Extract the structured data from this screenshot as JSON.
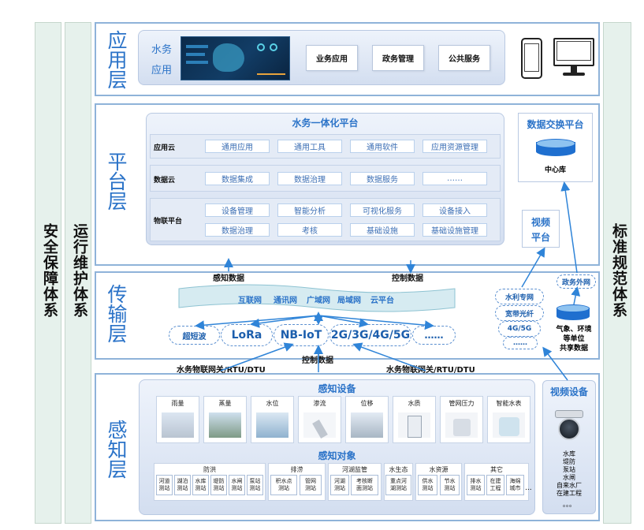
{
  "side_left_1": "安全保障体系",
  "side_left_2": "运行维护体系",
  "side_right": "标准规范体系",
  "app_layer": {
    "title": "应用层",
    "app_label_1": "水务",
    "app_label_2": "应用",
    "buttons": [
      "业务应用",
      "政务管理",
      "公共服务"
    ]
  },
  "platform_layer": {
    "title": "平台层",
    "panel_title": "水务一体化平台",
    "rows": [
      {
        "label": "应用云",
        "cells": [
          "通用应用",
          "通用工具",
          "通用软件",
          "应用资源管理"
        ]
      },
      {
        "label": "数据云",
        "cells": [
          "数据集成",
          "数据治理",
          "数据服务",
          "……"
        ]
      },
      {
        "label": "物联平台",
        "cells": [
          "设备管理",
          "智能分析",
          "可视化服务",
          "设备接入",
          "数据治理",
          "考核",
          "基础设施",
          "基础设施管理"
        ]
      }
    ],
    "exchange_title": "数据交换平台",
    "center_db": "中心库",
    "video_platform_1": "视频",
    "video_platform_2": "平台"
  },
  "transport_layer": {
    "title": "传输层",
    "sense_data": "感知数据",
    "control_data": "控制数据",
    "networks": [
      "互联网",
      "通讯网",
      "广域网",
      "局域网",
      "云平台"
    ],
    "protocols": [
      "超短波",
      "LoRa",
      "NB-IoT",
      "2G/3G/4G/5G",
      "……"
    ],
    "right_nets": [
      "水利专网",
      "宽带光纤",
      "4G/5G",
      "……"
    ],
    "gov_net": "政务外网",
    "shared_1": "气象、环境",
    "shared_2": "等单位",
    "shared_3": "共享数据",
    "gateway_left": "水务物联网关/RTU/DTU",
    "gateway_right": "水务物联网关/RTU/DTU",
    "control_data_bottom": "控制数据"
  },
  "sense_layer": {
    "title": "感知层",
    "devices_title": "感知设备",
    "devices": [
      "雨量",
      "蒸量",
      "水位",
      "渗流",
      "位移",
      "水质",
      "管网压力",
      "智能水表"
    ],
    "objects_title": "感知对象",
    "groups": [
      {
        "name": "防洪",
        "items": [
          "河道\n测站",
          "湖泊\n测站",
          "水库\n测站",
          "堤防\n测站",
          "水闸\n测站",
          "泵站\n测站"
        ]
      },
      {
        "name": "排涝",
        "items": [
          "积水点\n测站",
          "管网\n测站"
        ]
      },
      {
        "name": "河湖监管",
        "items": [
          "河湖\n测站",
          "考核断\n面测站"
        ]
      },
      {
        "name": "水生态",
        "items": [
          "重点河\n湖测站"
        ]
      },
      {
        "name": "水资源",
        "items": [
          "供水\n测站",
          "节水\n测站"
        ]
      },
      {
        "name": "其它",
        "items": [
          "排水\n测站",
          "在建\n工程",
          "海绵\n城市"
        ]
      }
    ],
    "more": "...",
    "video_title": "视频设备",
    "video_targets": [
      "水库",
      "堤防",
      "泵站",
      "水闸",
      "自来水厂",
      "在建工程"
    ],
    "video_more": "。。。"
  }
}
